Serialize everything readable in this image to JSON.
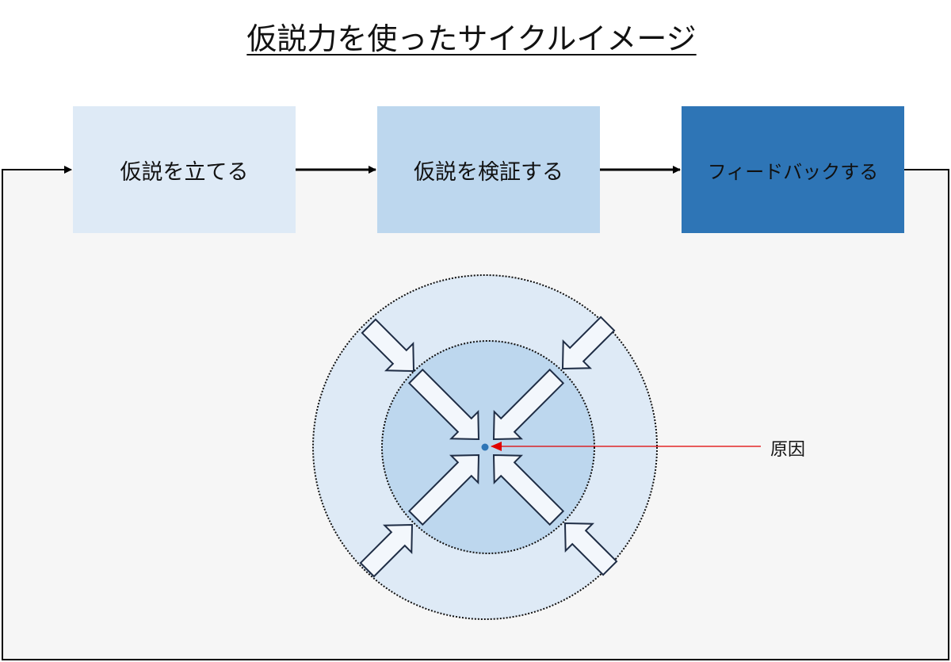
{
  "title": "仮説力を使ったサイクルイメージ",
  "steps": [
    {
      "label": "仮説を立てる",
      "color": "#deeaf6"
    },
    {
      "label": "仮説を検証する",
      "color": "#bdd7ee"
    },
    {
      "label": "フィードバックする",
      "color": "#2e75b6"
    }
  ],
  "center_label": "原因",
  "colors": {
    "outer_circle": "#deeaf6",
    "inner_circle": "#bdd7ee",
    "dot": "#2e75b6",
    "pointer": "#e00000",
    "arrow_fill": "#f3f7fc",
    "arrow_stroke": "#1f2d45",
    "loop_bg": "#f6f6f6"
  }
}
